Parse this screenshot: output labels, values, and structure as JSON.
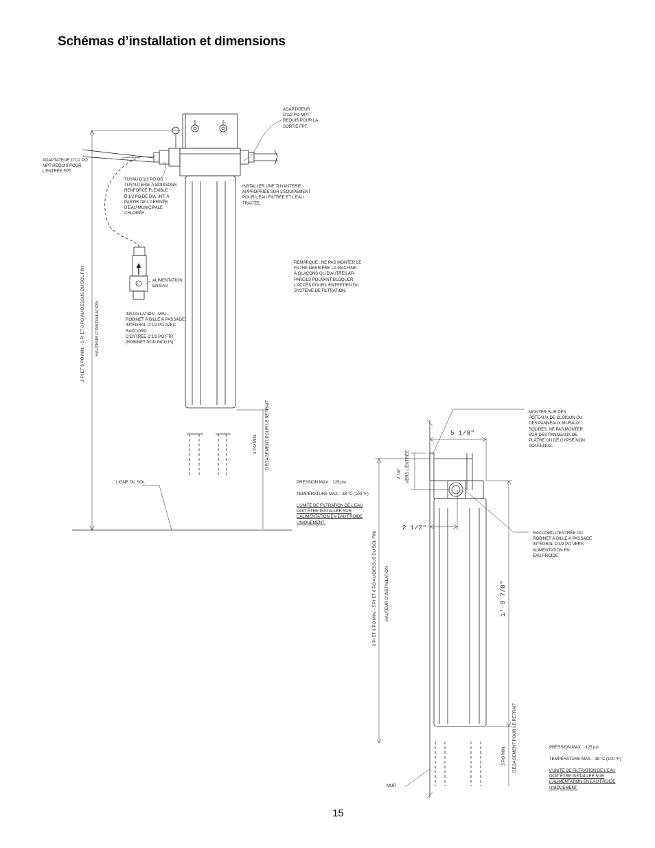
{
  "page_title": "Schémas d’installation et dimensions",
  "page_number": "15",
  "diagram1": {
    "outlet_adapter": [
      "ADAPTATEUR",
      "D’1/2 PO MPT",
      "REQUIS POUR LA",
      "SORTIE FPT."
    ],
    "inlet_adapter": [
      "ADAPTATEUR D’1/2 PO",
      "MPT REQUIS POUR",
      "L’ENTRÉE FPT."
    ],
    "tubing": [
      "TUYAU D’1/2 PO OU",
      "TUYAUTERIE À BOISSONS",
      "RENFORCÉ FLEXIBLE",
      "D’1/2 PO DE DIA. INT. À",
      "PARTIR DE L’ARRIVÉE",
      "D’EAU MUNICIPALE",
      "CHLORÉE."
    ],
    "piping": [
      "INSTALLER UNE TUYAUTERIE",
      "APPROPRIÉE SUR L’ÉQUIPEMENT",
      "POUR L’EAU FILTRÉE ET L’EAU",
      "TRAITÉE."
    ],
    "water_supply": [
      "ALIMENTATION",
      "EN EAU"
    ],
    "note": [
      "REMARQUE : NE PAS MONTER LE",
      "FILTRE DERRIÈRE LA MACHINE",
      "À GLAÇONS OU D’AUTRES AP-",
      "PAREILS POUVANT BLOQUER",
      "L’ACCÈS POUR L’ENTRETIEN DU",
      "SYSTÈME DE FILTRATION."
    ],
    "valve": [
      "INSTALLATION - MIN. -",
      "ROBINET À BILLE À PASSAGE",
      "INTÉGRAL D’1/2 PO AVEC",
      "RACCORD",
      "D’ENTRÉE D’1/2 PO FTP.",
      "(ROBINET NON INCLUS)"
    ],
    "height_range": "2 PI ET 8 PO MIN. - 5 PI ET 0 PO AU-DESSUS DU SOL FINI",
    "height_label": "HAUTEUR D’INSTALLATION",
    "clearance_value": "3 PO MIN.",
    "clearance_label": [
      "DÉGAGEMENT POUR",
      "LE RETRAIT"
    ],
    "floor_line": "LIGNE DU SOL",
    "max_pressure": "PRESSION MAX. : 125 psi",
    "max_temp": "TEMPÉRATURE MAX. : 38 °C (100 °F)",
    "cold_water": [
      "L’UNITÉ DE FILTRATION DE L’EAU",
      "DOIT ÊTRE INSTALLÉE SUR",
      "L’ALIMENTATION EN EAU FROIDE",
      "UNIQUEMENT."
    ]
  },
  "diagram2": {
    "mount": [
      "MONTER SUR DES",
      "POTEAUX DE CLOISON OU",
      "DES PANNEAUX MURAUX",
      "SOLIDES. NE PAS MONTER",
      "SUR DES PANNEAUX DE",
      "PLÂTRE OU DE GYPSE NON",
      "SOUTENUS."
    ],
    "dim_width": "5 1/8\"",
    "dim_depth": "2 1/2\"",
    "dim_height": "1'-9 7/8\"",
    "dim_inlet_offset": "2 7/8\"",
    "to_inlet": [
      "VERS",
      "L’ENTRÉE"
    ],
    "inlet_fitting": [
      "RACCORD D’ENTRÉE DU",
      "ROBINET À BILLE À PASSAGE",
      "INTÉGRAL D’1/2 PO VERS",
      "ALIMENTATION EN",
      "EAU FROIDE."
    ],
    "height_range": "2 PI ET 8 PO MIN. - 5 PI ET 0 PO AU-DESSUS DU SOL FINI",
    "height_label": "HAUTEUR D’INSTALLATION",
    "clearance_value": "3 PO MIN.",
    "clearance_label": [
      "DÉGAGEMENT",
      "POUR LE RETRAIT"
    ],
    "wall": "MUR",
    "max_pressure": "PRESSION MAX. : 125 psi",
    "max_temp": "TEMPÉRATURE MAX. : 38 °C (100 °F)",
    "cold_water": [
      "L’UNITÉ DE FILTRATION DE L’EAU",
      "DOIT ÊTRE INSTALLÉE SUR",
      "L’ALIMENTATION EN EAU FROIDE",
      "UNIQUEMENT."
    ]
  }
}
